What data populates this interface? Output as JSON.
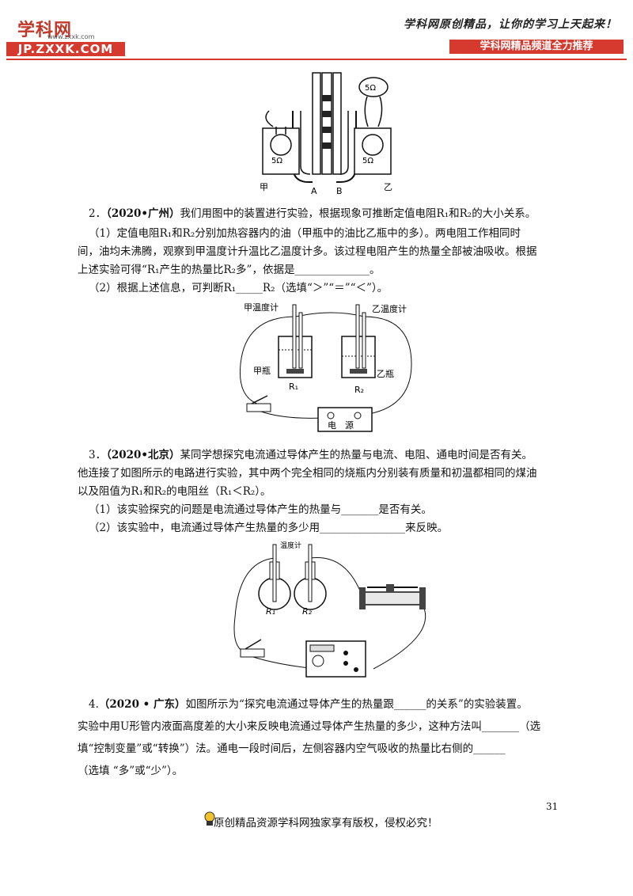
{
  "header": {
    "logo_text": "学科网",
    "logo_url_small": "www.zxxk.com",
    "logo_domain": "JP.ZXXK.COM",
    "slogan": "学科网原创精品，让你的学习上天起来！",
    "channel": "学科网精品频道全力推荐"
  },
  "figure1": {
    "left_label": "甲",
    "right_label": "乙",
    "a_label": "A",
    "b_label": "B",
    "left_resistor": "5Ω",
    "right_resistor": "5Ω",
    "top_resistor": "5Ω"
  },
  "q2": {
    "number": "2．",
    "source": "（2020•广州）",
    "stem": "我们用图中的装置进行实验，根据现象可推断定值电阻R₁和R₂的大小关系。",
    "part1_line1": "（1）定值电阻R₁和R₂分别加热容器内的油（甲瓶中的油比乙瓶中的多）。两电阻工作相同时",
    "part1_line2": "间，油均未沸腾，观察到甲温度计升温比乙温度计多。该过程电阻产生的热量全部被油吸收。根据",
    "part1_line3": "上述实验可得“R₁产生的热量比R₂多”，依据是______________。",
    "part2": "（2）根据上述信息，可判断R₁_____R₂（选填“＞”“＝”“＜”）。",
    "fig": {
      "thermo_left": "甲温度计",
      "thermo_right": "乙温度计",
      "bottle_left": "甲瓶",
      "bottle_right": "乙瓶",
      "r1": "R₁",
      "r2": "R₂",
      "power": "电　源"
    }
  },
  "q3": {
    "number": "3．",
    "source": "（2020•北京）",
    "line1": "某同学想探究电流通过导体产生的热量与电流、电阻、通电时间是否有关。",
    "line2": "他连接了如图所示的电路进行实验，其中两个完全相同的烧瓶内分别装有质量和初温都相同的煤油",
    "line3": "以及阻值为R₁和R₂的电阻丝（R₁＜R₂）。",
    "part1": "（1）该实验探究的问题是电流通过导体产生的热量与_______是否有关。",
    "part2": "（2）该实验中，电流通过导体产生热量的多少用________________来反映。",
    "fig": {
      "thermometer": "温度计",
      "r1": "R₁",
      "r2": "R₂"
    }
  },
  "q4": {
    "number": "4.",
    "source": "（2020 • 广东）",
    "line1": "如图所示为“探究电流通过导体产生的热量跟______的关系”的实验装置。",
    "line2": "实验中用U形管内液面高度差的大小来反映电流通过导体产生热量的多少，这种方法叫_______（选",
    "line3": "填“控制变量”或“转换”）法。通电一段时间后，左侧容器内空气吸收的热量比右侧的______",
    "line4": "（选填 “多”或“少”）。"
  },
  "footer": {
    "page_number": "31",
    "copyright": "原创精品资源学科网独家享有版权，侵权必究！"
  }
}
